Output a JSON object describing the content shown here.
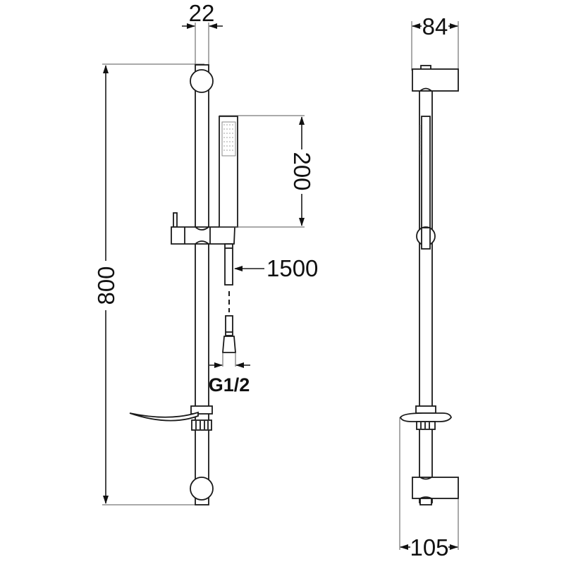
{
  "drawing": {
    "title": "Shower rail set technical drawing",
    "stroke_color": "#1a1a1a",
    "background": "#ffffff"
  },
  "dimensions": {
    "rail_diameter": "22",
    "rail_height": "800",
    "hand_shower_length": "200",
    "hose_length": "1500",
    "hose_connection": "G1/2",
    "bracket_depth_top": "84",
    "soap_dish_depth": "105"
  },
  "views": {
    "front": {
      "components": [
        "wall-bracket-top",
        "rail",
        "slider-holder",
        "hand-shower",
        "hose",
        "hose-nut",
        "soap-dish",
        "wall-bracket-bottom"
      ]
    },
    "side": {
      "components": [
        "wall-bracket-top",
        "rail",
        "hand-shower",
        "slider",
        "soap-dish",
        "wall-bracket-bottom"
      ]
    }
  }
}
